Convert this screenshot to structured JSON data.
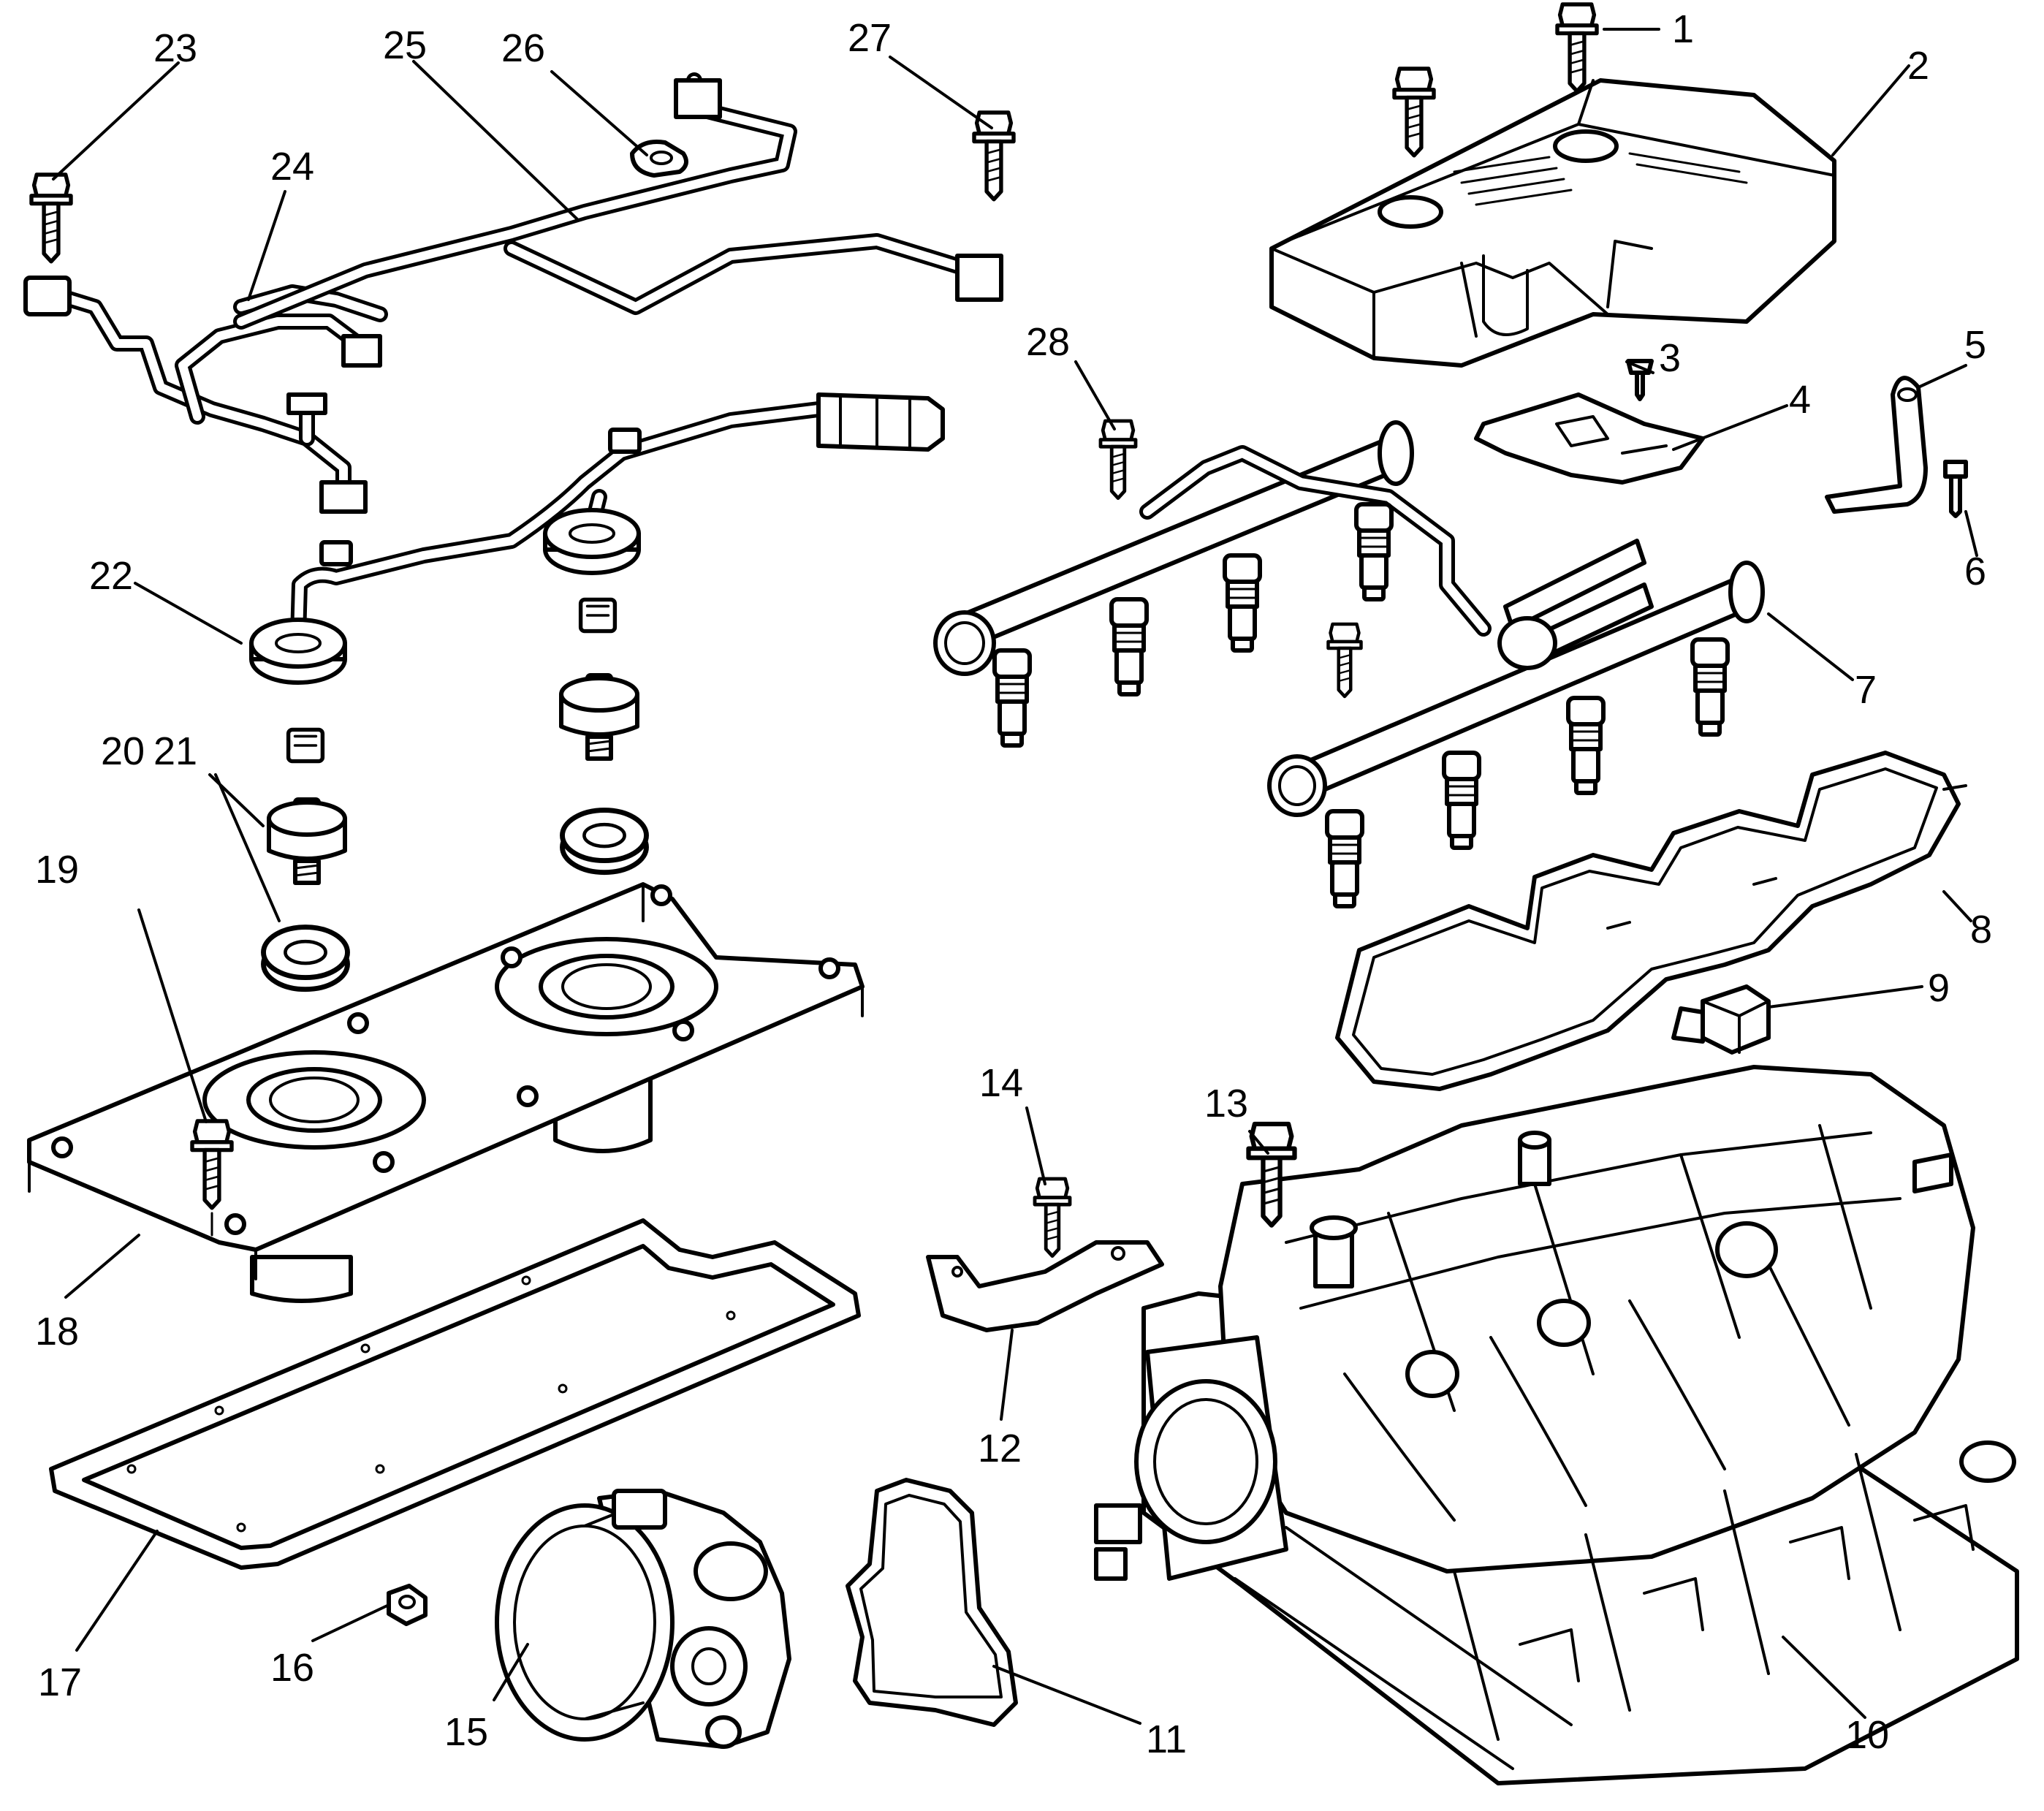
{
  "figure": {
    "kind": "exploded-parts-diagram",
    "callouts": [
      {
        "id": "callout-1",
        "label": "1"
      },
      {
        "id": "callout-2",
        "label": "2"
      },
      {
        "id": "callout-3",
        "label": "3"
      },
      {
        "id": "callout-4",
        "label": "4"
      },
      {
        "id": "callout-5",
        "label": "5"
      },
      {
        "id": "callout-6",
        "label": "6"
      },
      {
        "id": "callout-7",
        "label": "7"
      },
      {
        "id": "callout-8",
        "label": "8"
      },
      {
        "id": "callout-9",
        "label": "9"
      },
      {
        "id": "callout-10",
        "label": "10"
      },
      {
        "id": "callout-11",
        "label": "11"
      },
      {
        "id": "callout-12",
        "label": "12"
      },
      {
        "id": "callout-13",
        "label": "13"
      },
      {
        "id": "callout-14",
        "label": "14"
      },
      {
        "id": "callout-15",
        "label": "15"
      },
      {
        "id": "callout-16",
        "label": "16"
      },
      {
        "id": "callout-17",
        "label": "17"
      },
      {
        "id": "callout-18",
        "label": "18"
      },
      {
        "id": "callout-19",
        "label": "19"
      },
      {
        "id": "callout-20",
        "label": "20"
      },
      {
        "id": "callout-21",
        "label": "21"
      },
      {
        "id": "callout-22",
        "label": "22"
      },
      {
        "id": "callout-23",
        "label": "23"
      },
      {
        "id": "callout-24",
        "label": "24"
      },
      {
        "id": "callout-25",
        "label": "25"
      },
      {
        "id": "callout-26",
        "label": "26"
      },
      {
        "id": "callout-27",
        "label": "27"
      },
      {
        "id": "callout-28",
        "label": "28"
      }
    ]
  },
  "colors": {
    "ink": "#000000",
    "paper": "#ffffff"
  }
}
